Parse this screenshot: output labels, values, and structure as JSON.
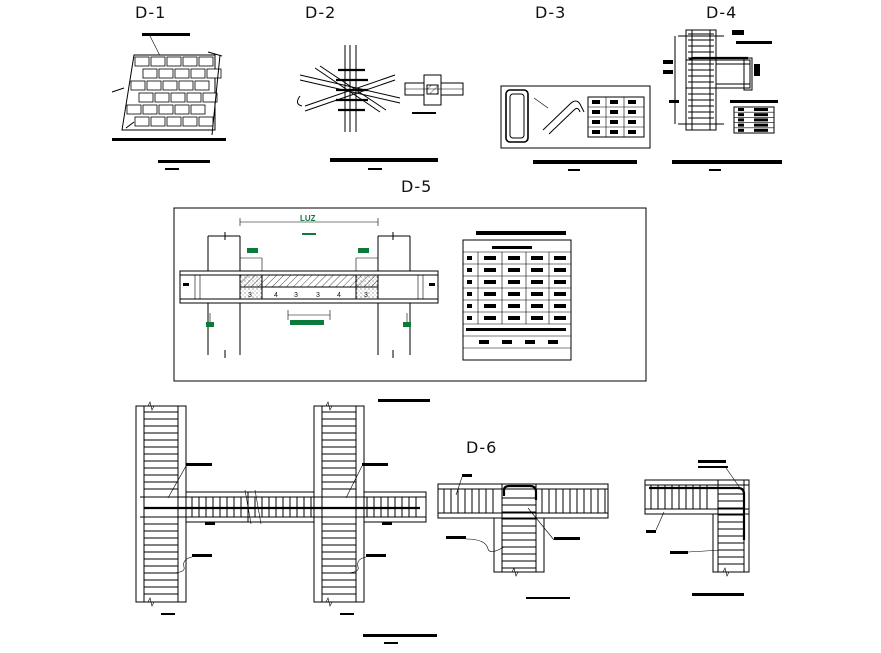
{
  "details": [
    {
      "id": "d1",
      "title": "D-1"
    },
    {
      "id": "d2",
      "title": "D-2"
    },
    {
      "id": "d3",
      "title": "D-3"
    },
    {
      "id": "d4",
      "title": "D-4"
    },
    {
      "id": "d5",
      "title": "D-5"
    },
    {
      "id": "d6",
      "title": "D-6"
    }
  ],
  "d5": {
    "span_label": "LUZ",
    "bar_numbers": [
      "3",
      "4",
      "3",
      "3",
      "4",
      "3"
    ]
  },
  "colors": {
    "line": "#000000",
    "accent": "#0c7a3a",
    "paper": "#ffffff"
  }
}
